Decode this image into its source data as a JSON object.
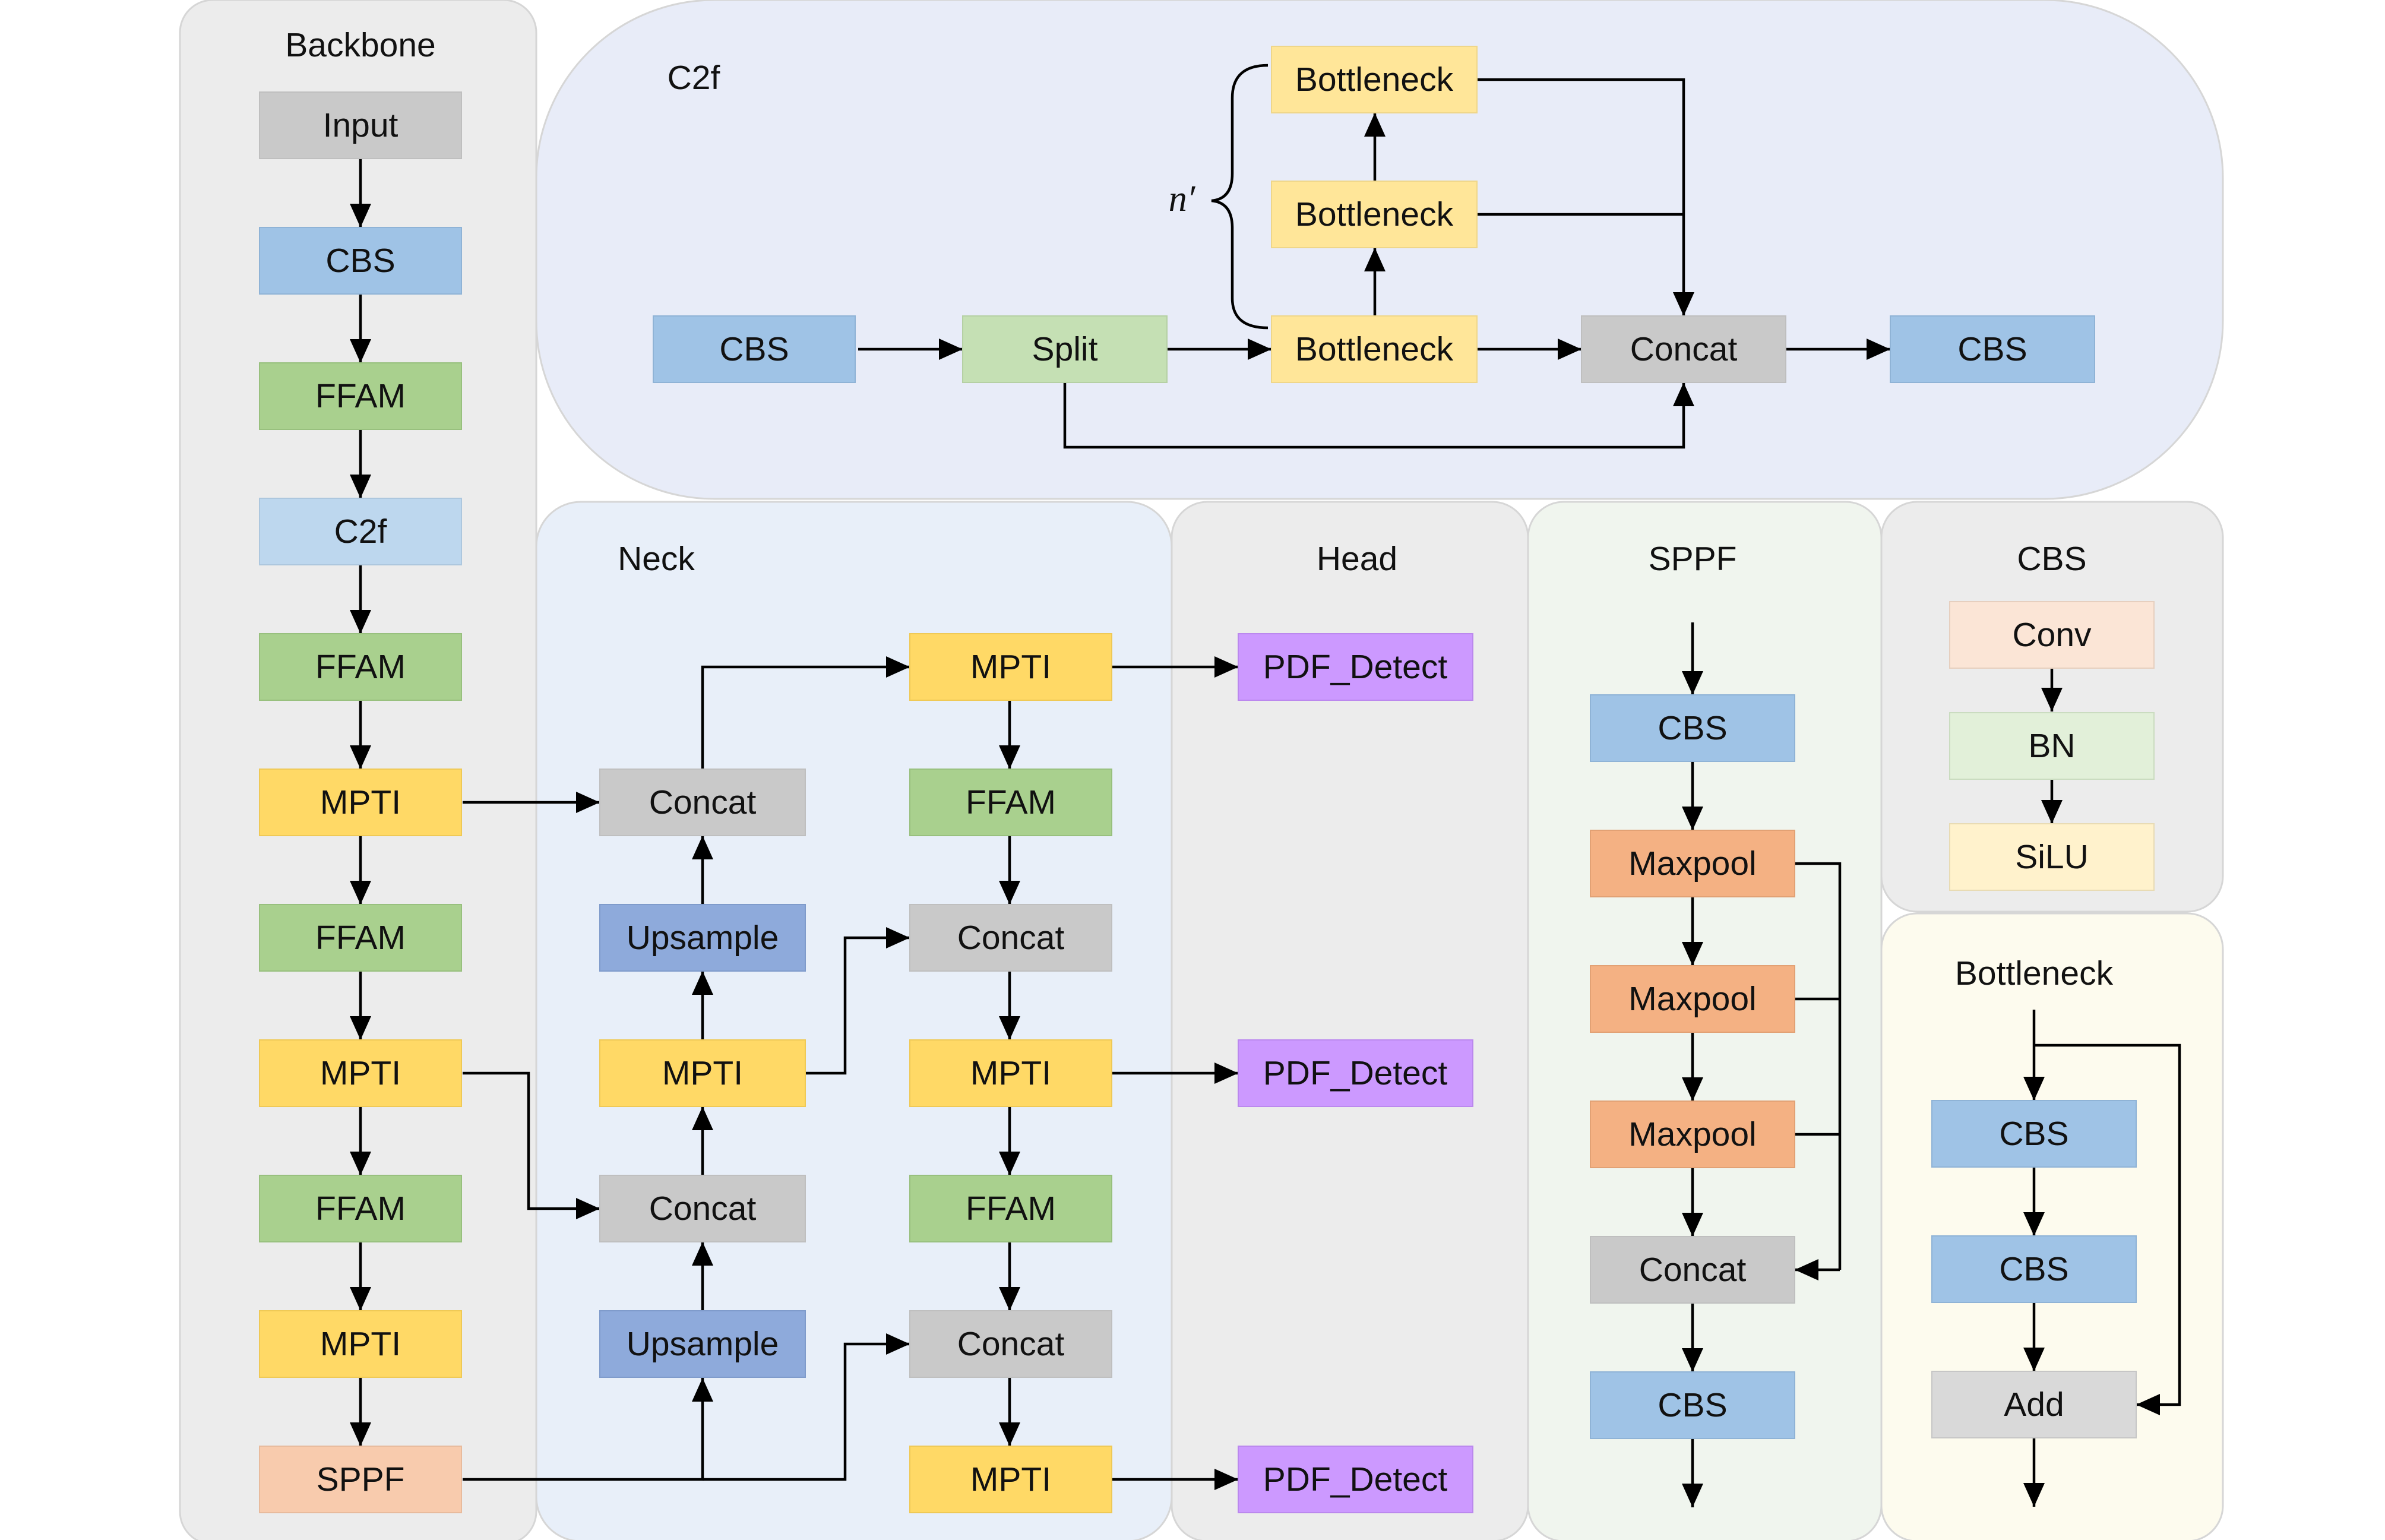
{
  "colors": {
    "backbone_bg": "#ececec",
    "c2f_bg": "#e8ecf8",
    "neck_bg": "#e8eff9",
    "head_bg": "#ececec",
    "sppf_bg": "#f0f5ee",
    "cbs_panel_bg": "#ececec",
    "bottleneck_panel_bg": "#fdfbee",
    "cbs": "#9fc3e6",
    "c2f": "#bdd7ee",
    "ffam": "#a9d08e",
    "mpti": "#ffd966",
    "sppf": "#f8cbad",
    "input": "#c9c9c9",
    "concat": "#c9c9c9",
    "upsample": "#8eaadb",
    "pdf_detect": "#cc99ff",
    "split": "#c5e0b4",
    "bottleneck": "#ffe699",
    "maxpool": "#f4b183",
    "conv": "#fbe5d6",
    "bn": "#e2f0d9",
    "silu": "#fff2cc",
    "add": "#d9d9d9"
  },
  "panels": {
    "backbone": {
      "title": "Backbone"
    },
    "c2f": {
      "title": "C2f",
      "repeat_label": "n′"
    },
    "neck": {
      "title": "Neck"
    },
    "head": {
      "title": "Head"
    },
    "sppf": {
      "title": "SPPF"
    },
    "cbs": {
      "title": "CBS"
    },
    "bottleneck": {
      "title": "Bottleneck"
    }
  },
  "backbone": {
    "input": "Input",
    "cbs": "CBS",
    "ffam1": "FFAM",
    "c2f": "C2f",
    "ffam2": "FFAM",
    "mpti1": "MPTI",
    "ffam3": "FFAM",
    "mpti2": "MPTI",
    "ffam4": "FFAM",
    "mpti3": "MPTI",
    "sppf": "SPPF"
  },
  "c2f_block": {
    "cbs_in": "CBS",
    "split": "Split",
    "bottleneck_top": "Bottleneck",
    "bottleneck_mid": "Bottleneck",
    "bottleneck_bot": "Bottleneck",
    "concat": "Concat",
    "cbs_out": "CBS"
  },
  "neck": {
    "concat1": "Concat",
    "upsample1": "Upsample",
    "mpti": "MPTI",
    "concat2": "Concat",
    "upsample2": "Upsample",
    "mpti_out1": "MPTI",
    "ffam1": "FFAM",
    "concat3": "Concat",
    "mpti_out2": "MPTI",
    "ffam2": "FFAM",
    "concat4": "Concat",
    "mpti_out3": "MPTI"
  },
  "head": {
    "detect1": "PDF_Detect",
    "detect2": "PDF_Detect",
    "detect3": "PDF_Detect"
  },
  "sppf_block": {
    "cbs_in": "CBS",
    "maxpool1": "Maxpool",
    "maxpool2": "Maxpool",
    "maxpool3": "Maxpool",
    "concat": "Concat",
    "cbs_out": "CBS"
  },
  "cbs_block": {
    "conv": "Conv",
    "bn": "BN",
    "silu": "SiLU"
  },
  "bottleneck_block": {
    "cbs1": "CBS",
    "cbs2": "CBS",
    "add": "Add"
  }
}
